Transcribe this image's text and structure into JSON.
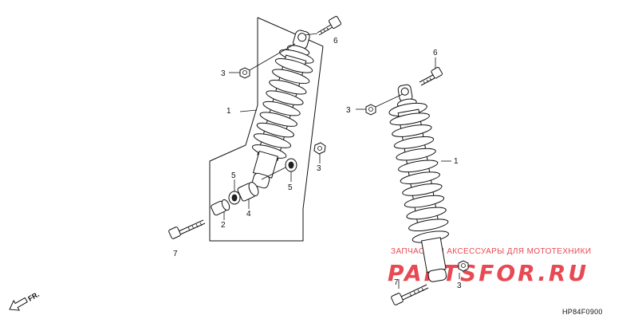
{
  "diagram": {
    "callouts": {
      "left_1": "1",
      "left_2": "2",
      "left_3_top": "3",
      "left_3_right": "3",
      "left_4": "4",
      "left_5_top": "5",
      "left_5_right": "5",
      "left_6": "6",
      "left_7": "7",
      "right_1": "1",
      "right_3_top": "3",
      "right_3_bottom": "3",
      "right_6": "6",
      "right_7": "7"
    },
    "direction_label": "FR.",
    "diagram_code": "HP84F0900"
  },
  "watermark": {
    "tagline": "ЗАПЧАСТИ И АКСЕССУАРЫ ДЛЯ МОТОТЕХНИКИ",
    "logo": "PARTSFOR.RU"
  },
  "colors": {
    "watermark": "#e84a53",
    "ink": "#111111"
  }
}
